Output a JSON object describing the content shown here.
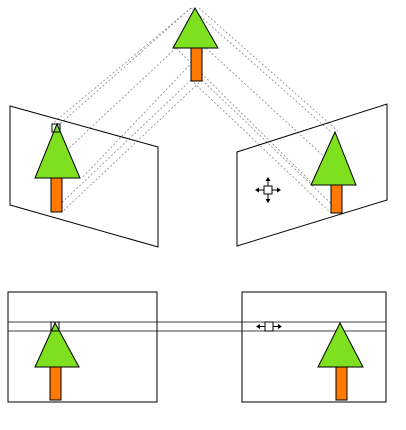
{
  "colors": {
    "tree_foliage": "#7ee01f",
    "tree_trunk": "#ff7a00",
    "outline": "#000000",
    "projection_lines": "#8a8a8a",
    "background": "#ffffff"
  },
  "icons": {
    "search_window": "square-marker-icon",
    "search_directions_2d": "four-way-arrows-icon",
    "search_direction_1d": "horizontal-arrows-icon"
  },
  "views": {
    "scene": "3d-tree",
    "unrectified": [
      "left-image-plane",
      "right-image-plane"
    ],
    "rectified": [
      "left-rectified-image",
      "right-rectified-image"
    ]
  }
}
